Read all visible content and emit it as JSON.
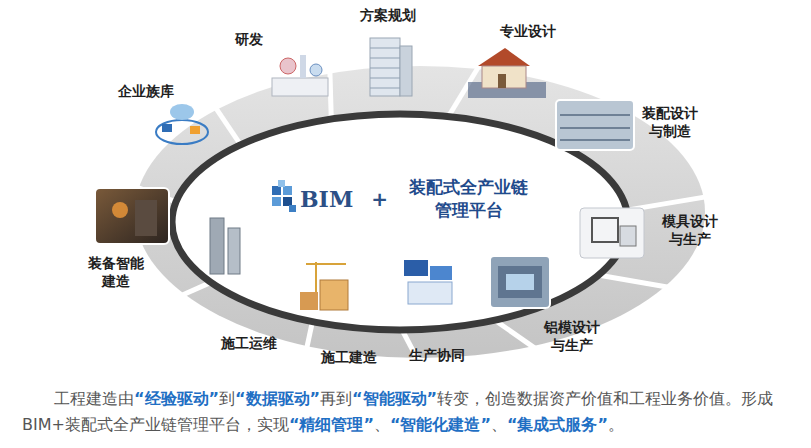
{
  "diagram": {
    "caption": "工程建造由“经验驱动”到“数据驱动”再到“智能驱动”转变，创造数据资产价值和工程业务价值。形成BIM+装配式全产业链管理平台，实现“精细管理”、“智能化建造”、“集成式服务”。",
    "nodes": [
      {
        "text": [
          "BIM",
          "+",
          "装配式全产业链 管理平台"
        ]
      }
    ],
    "labels": [
      "方案规划",
      "专业设计",
      "装配设计与制造",
      "模具设计与生产",
      "铝模设计与生产",
      "生产协同",
      "施工建造",
      "施工运维",
      "装备智能建造",
      "企业族库",
      "研发"
    ]
  }
}
